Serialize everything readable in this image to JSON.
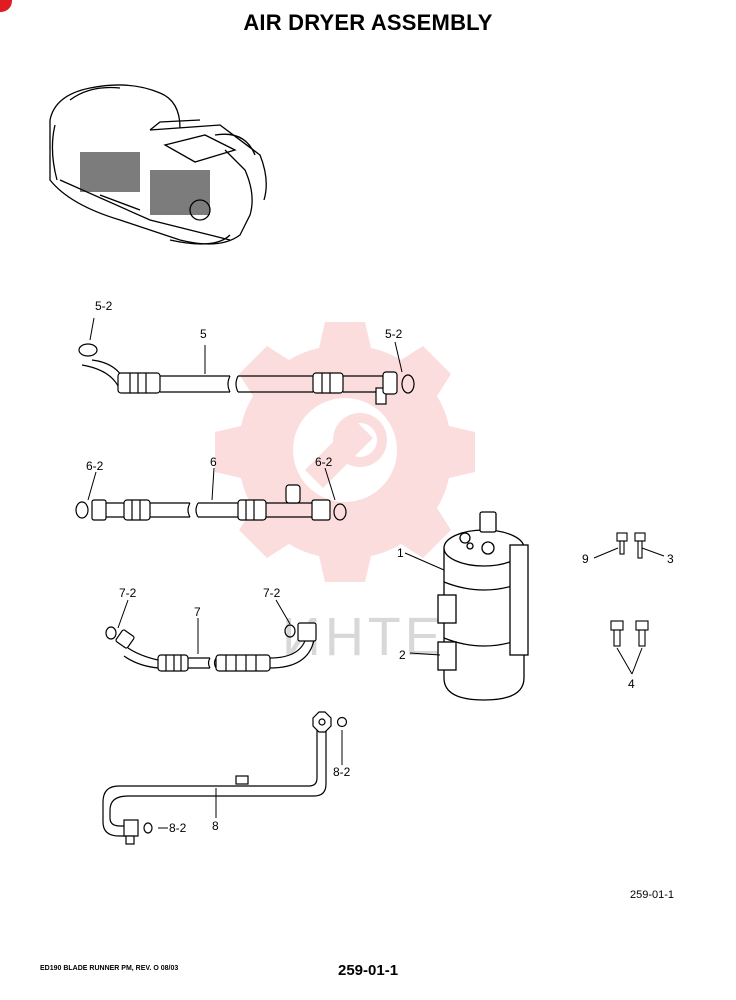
{
  "title": "AIR DRYER ASSEMBLY",
  "figure_ref": "259-01-1",
  "footer": {
    "left": "ED190 BLADE RUNNER PM, REV. O 08/03",
    "page": "259-01-1"
  },
  "watermark": {
    "text": "ИНТЕХ",
    "color": "#e8323b"
  },
  "callouts": {
    "c5_2_left": "5-2",
    "c5": "5",
    "c5_2_right": "5-2",
    "c6_2_left": "6-2",
    "c6": "6",
    "c6_2_right": "6-2",
    "c7_2_left": "7-2",
    "c7": "7",
    "c7_2_right": "7-2",
    "c1": "1",
    "c2": "2",
    "c9": "9",
    "c3": "3",
    "c4": "4",
    "c8_2_right": "8-2",
    "c8_2_left": "8-2",
    "c8": "8"
  }
}
